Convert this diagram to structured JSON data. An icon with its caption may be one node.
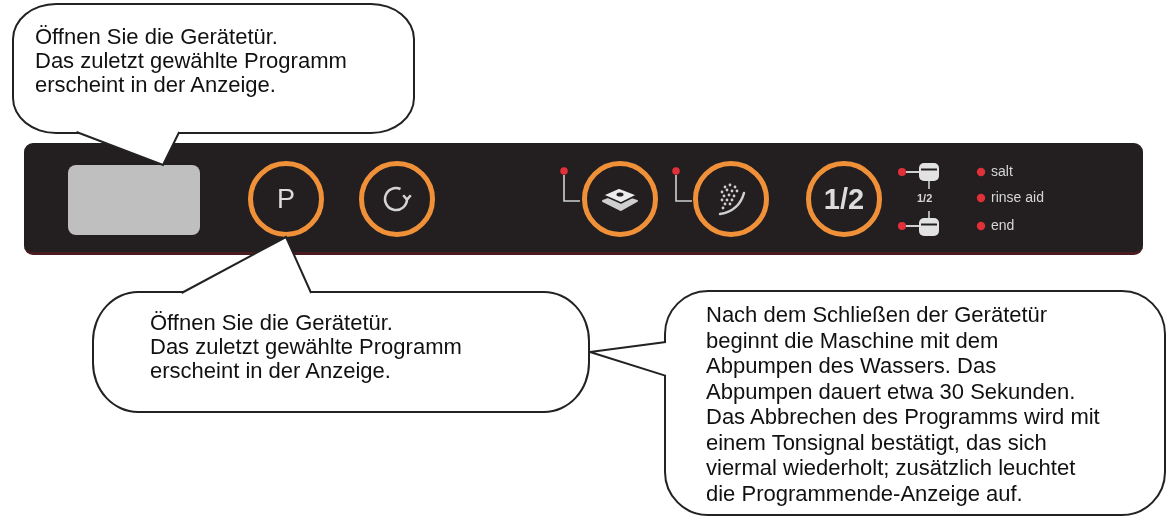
{
  "diagram": {
    "nodes": [
      {
        "text": [
          "Öffnen Sie die Gerätetür.",
          "Das zuletzt gewählte Programm erscheint in der Anzeige."
        ]
      },
      {
        "text": [],
        "shape": "box"
      },
      {
        "text": [],
        "shape": "box",
        "in": 1
      },
      {
        "text": [
          "P"
        ],
        "in": 1
      },
      {
        "text": [],
        "shape": "circle",
        "in": 1
      },
      {
        "text": [],
        "shape": "circle",
        "in": 1
      },
      {
        "text": [],
        "shape": "circle",
        "in": 1
      },
      {
        "text": [
          "1/2"
        ],
        "in": 1
      },
      {
        "text": [
          "Öffnen Sie die Gerätetür.",
          "Das zuletzt gewählte Programm erscheint in der Anzeige."
        ]
      },
      {
        "text": [
          "Nach dem Schließen der Gerätetür beginnt die Maschine mit dem Abpumpen des Wassers. Das Abpumpen dauert etwa 30 Sekunden. Das Abbrechen des Programms wird mit einem Tonsignal bestätigt, das sich viermal wiederholt; zusätzlich leuchtet die Programmende-Anzeige auf."
        ]
      }
    ],
    "edges": [
      {
        "from": 0,
        "to": 2,
        "arrow": "none"
      },
      {
        "from": 8,
        "to": 3,
        "arrow": "none"
      },
      {
        "from": 9,
        "to": 8,
        "arrow": "none"
      }
    ],
    "labels": [
      "1/2",
      "salt",
      "rinse aid",
      "end"
    ]
  }
}
